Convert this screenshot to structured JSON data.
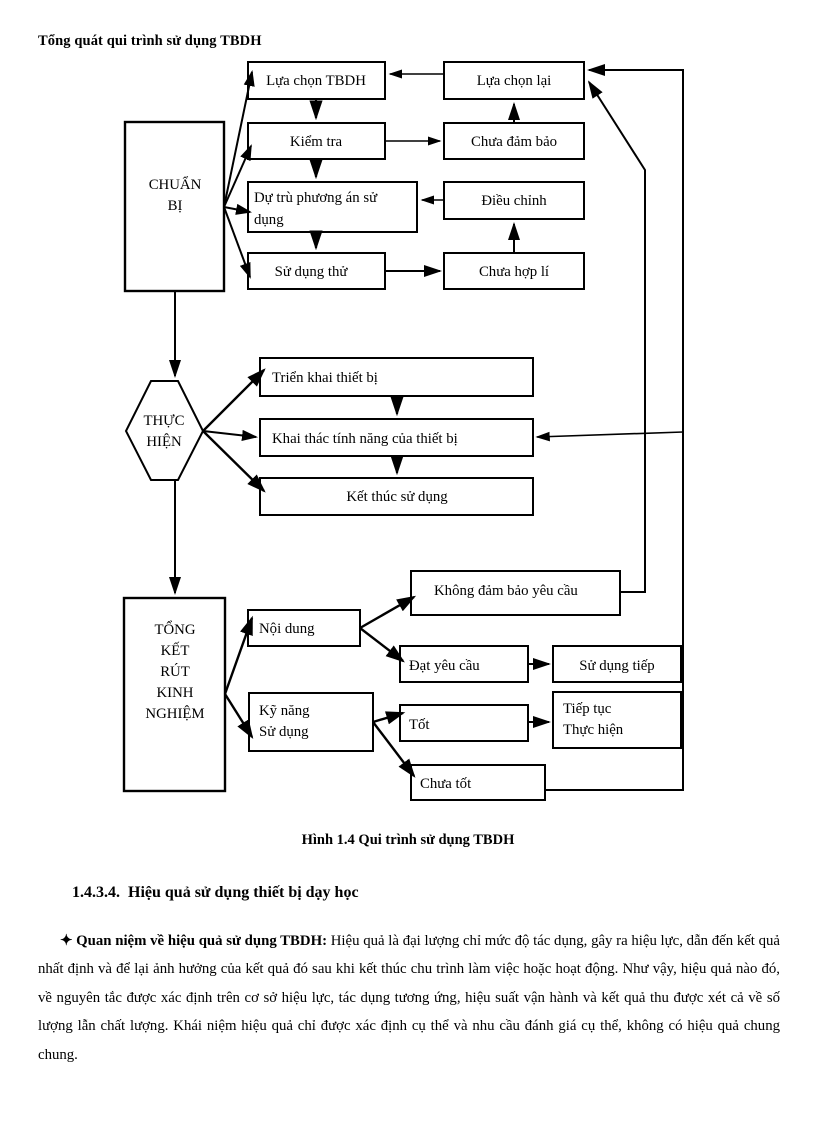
{
  "document": {
    "title": "Tổng quát qui trình sử dụng TBDH",
    "figure_caption": "Hình 1.4 Qui trình sử dụng TBDH",
    "section_number": "1.4.3.4.",
    "section_title": "Hiệu quả sử dụng thiết bị dạy học",
    "bullet_glyph": "✦",
    "paragraph_lead": "Quan niệm về hiệu quả sử dụng TBDH:",
    "paragraph_body": "Hiệu quả là đại lượng chỉ mức độ tác dụng, gây ra hiệu lực, dẫn đến kết quả nhất định và để lại ảnh hưởng của kết quả đó sau khi kết thúc chu trình làm việc hoặc hoạt động. Như vậy, hiệu quả nào đó, về nguyên tắc được xác định trên cơ sở hiệu lực, tác dụng tương ứng, hiệu suất vận hành và kết quả thu được xét cả về số lượng lẫn chất lượng. Khái niệm hiệu quả chỉ được xác định cụ thể và nhu cầu đánh giá cụ thể, không có hiệu quả chung chung."
  },
  "diagram": {
    "line_color": "#000000",
    "fill_color": "#ffffff",
    "nodes": {
      "chuan_bi": "CHUẨN\nBỊ",
      "chuan_bi_line1": "CHUẨN",
      "chuan_bi_line2": "BỊ",
      "lua_chon_tbdh": "Lựa chọn  TBDH",
      "kiem_tra": "Kiểm tra",
      "du_tru_line1": "Dự trù phương án sử",
      "du_tru_line2": "dụng",
      "su_dung_thu": "Sử dụng thử",
      "lua_chon_lai": "Lựa chọn lại",
      "chua_dam_bao": "Chưa đảm bảo",
      "dieu_chinh": "Điều chỉnh",
      "chua_hop_li": "Chưa hợp lí",
      "thuc_hien_line1": "THỰC",
      "thuc_hien_line2": "HIỆN",
      "trien_khai": "Triển khai thiết bị",
      "khai_thac": "Khai thác tính năng của thiết bị",
      "ket_thuc": "Kết thúc sử dụng",
      "tong_ket_l1": "TỔNG",
      "tong_ket_l2": "KẾT",
      "tong_ket_l3": "RÚT",
      "tong_ket_l4": "KINH",
      "tong_ket_l5": "NGHIỆM",
      "noi_dung": "Nội dung",
      "ky_nang_l1": "Kỹ năng",
      "ky_nang_l2": "Sử dụng",
      "khong_dam_bao": "Không đảm bảo yêu cầu",
      "dat_yeu_cau": "Đạt yêu cầu",
      "su_dung_tiep": "Sử dụng tiếp",
      "tot": "Tốt",
      "tiep_tuc_l1": "Tiếp tục",
      "tiep_tuc_l2": "Thực hiện",
      "chua_tot": "Chưa tốt"
    }
  }
}
